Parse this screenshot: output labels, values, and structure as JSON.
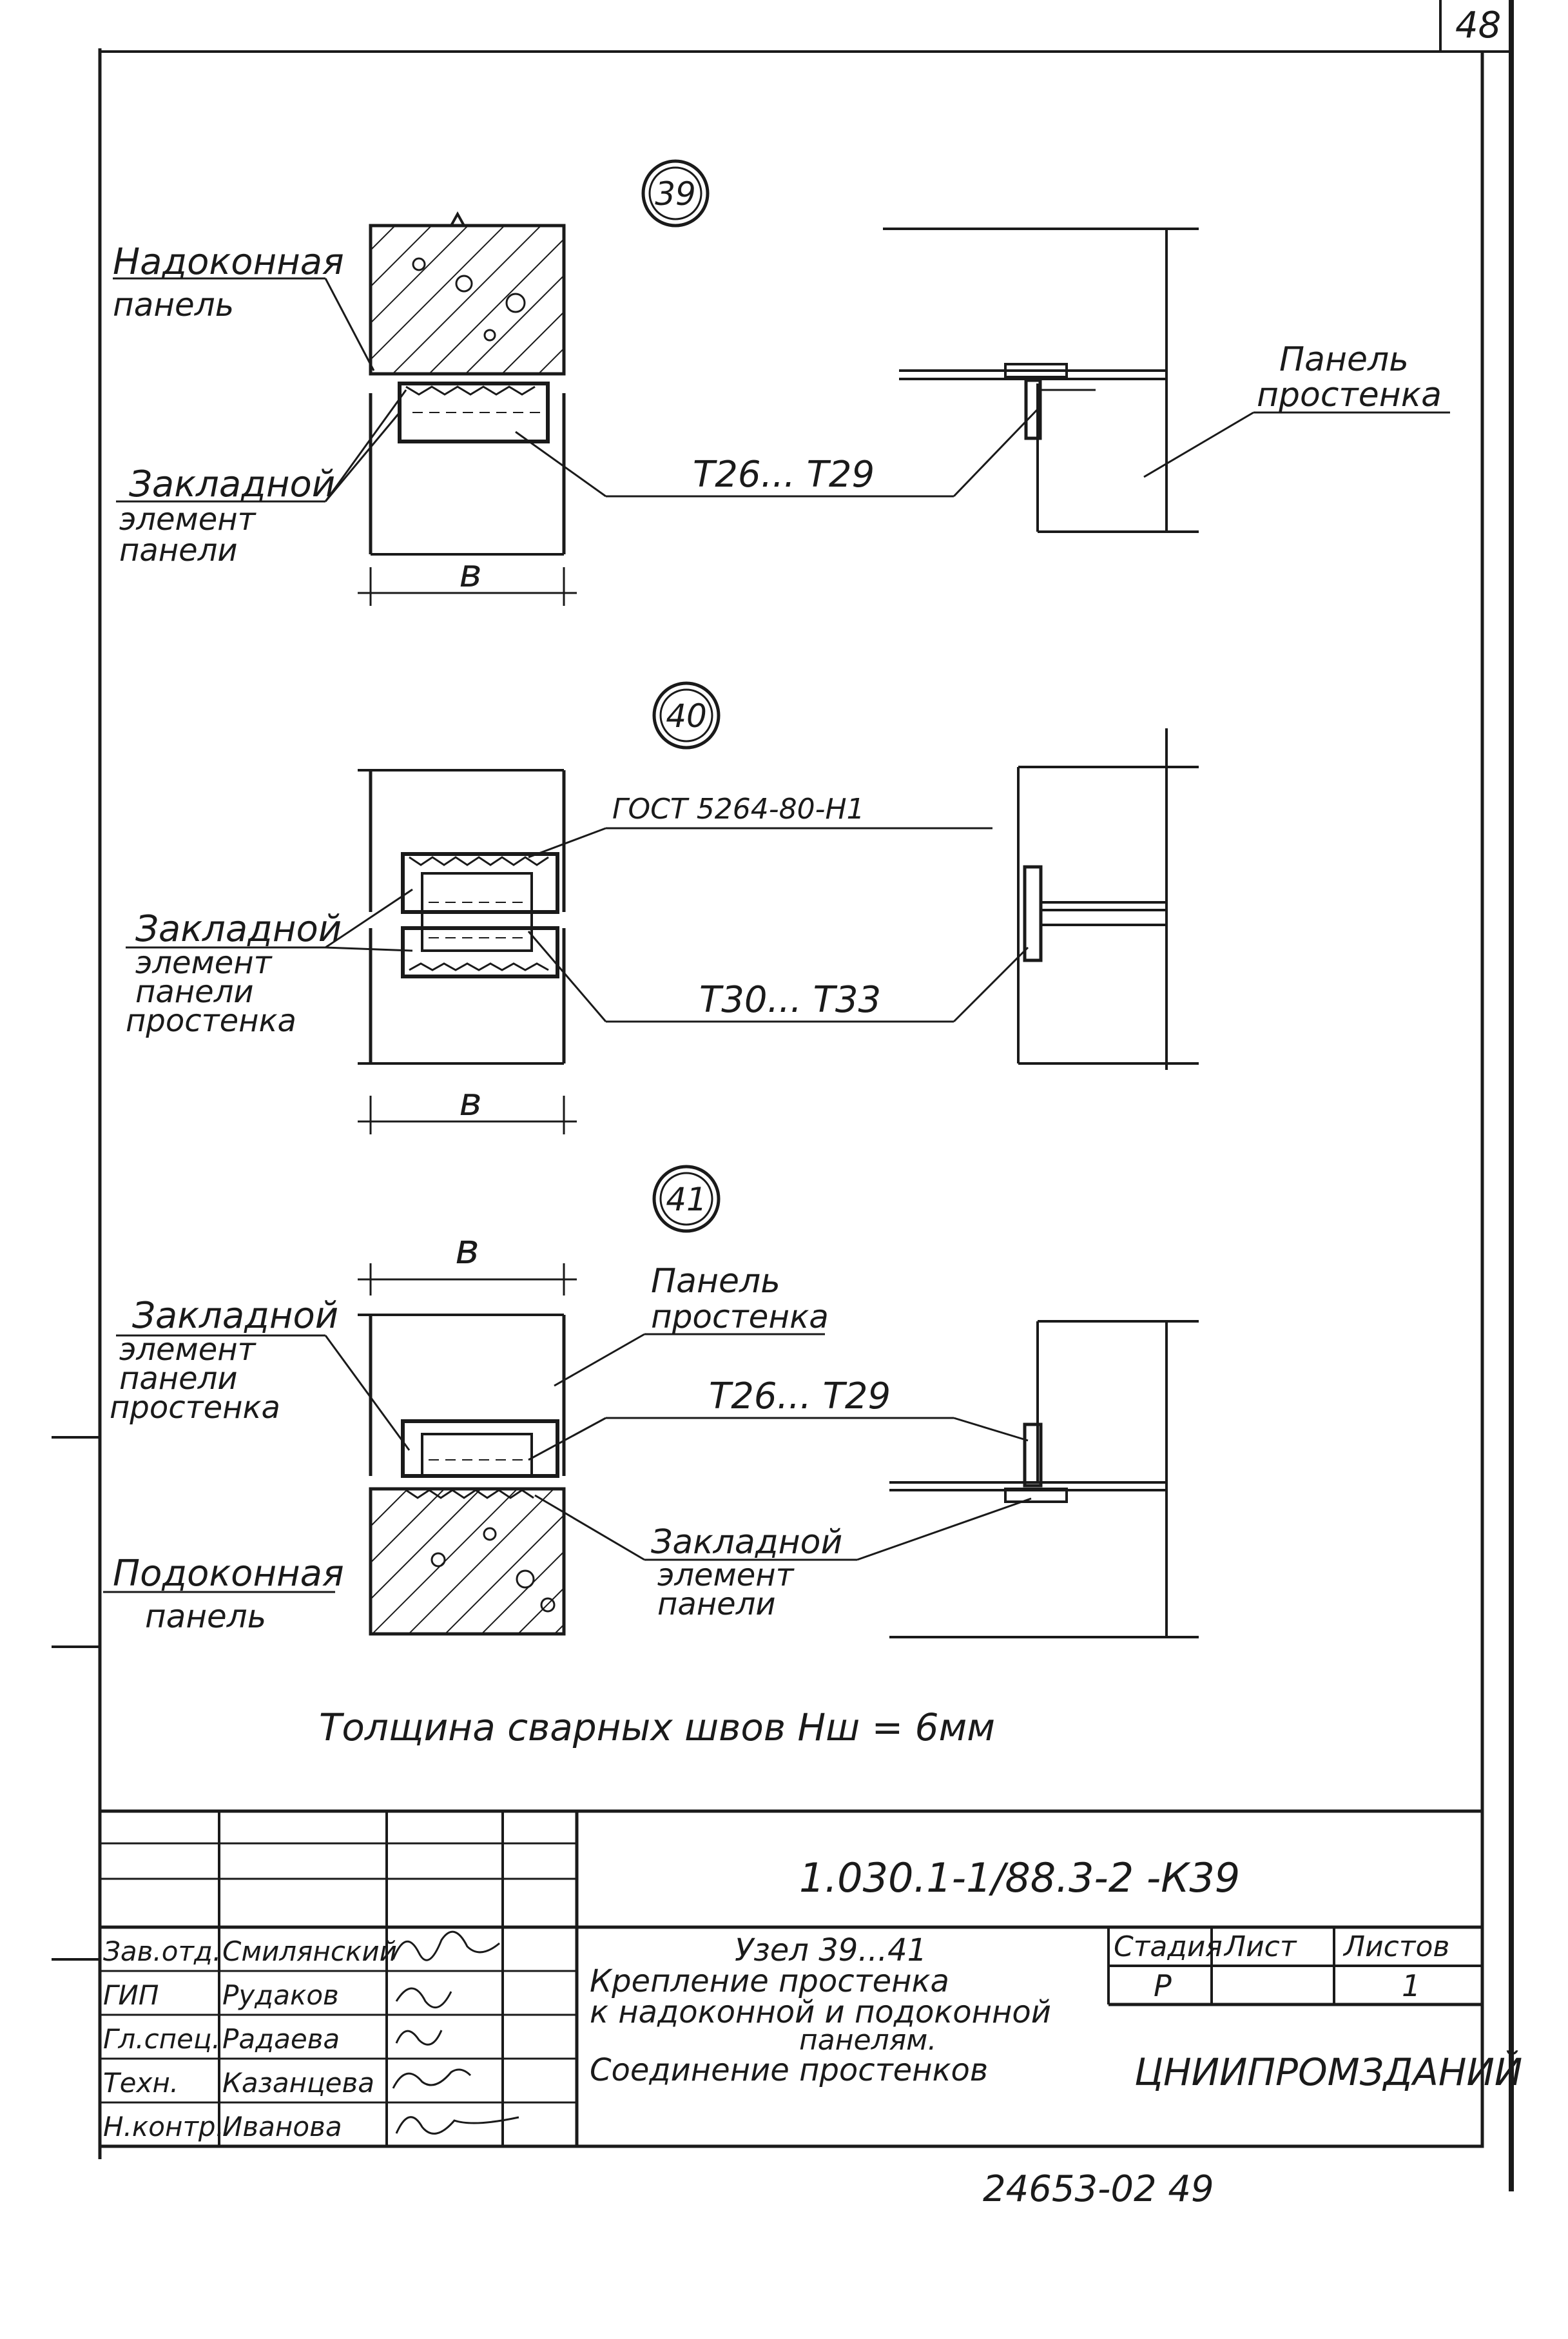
{
  "sheet": {
    "page_number": "48",
    "bottom_stamp": "24653-02   49"
  },
  "detail_39": {
    "number": "39",
    "label_upper_panel_line1": "Надоконная",
    "label_upper_panel_line2": "панель",
    "label_embedded_line1": "Закладной",
    "label_embedded_line2": "элемент",
    "label_embedded_line3": "панели",
    "dimension": "в",
    "marks": "Т26... Т29",
    "label_pier_panel_line1": "Панель",
    "label_pier_panel_line2": "простенка"
  },
  "detail_40": {
    "number": "40",
    "weld_note": "ГОСТ 5264-80-Н1",
    "label_embedded_line1": "Закладной",
    "label_embedded_line2": "элемент",
    "label_embedded_line3": "панели",
    "label_embedded_line4": "простенка",
    "dimension": "в",
    "marks": "Т30... Т33"
  },
  "detail_41": {
    "number": "41",
    "dimension": "в",
    "label_pier_panel_line1": "Панель",
    "label_pier_panel_line2": "простенка",
    "label_embedded_pier_line1": "Закладной",
    "label_embedded_pier_line2": "элемент",
    "label_embedded_pier_line3": "панели",
    "label_embedded_pier_line4": "простенка",
    "marks": "Т26... Т29",
    "label_lower_panel_line1": "Подоконная",
    "label_lower_panel_line2": "панель",
    "label_embedded_line1": "Закладной",
    "label_embedded_line2": "элемент",
    "label_embedded_line3": "панели"
  },
  "weld_note": "Толщина   сварных   швов   Нш = 6мм",
  "title_block": {
    "document_code": "1.030.1-1/88.3-2 -К39",
    "roles": [
      "Зав.отд.",
      "ГИП",
      "Гл.спец.",
      "Техн.",
      "Н.контр."
    ],
    "names": [
      "Смилянский",
      "Рудаков",
      "Радаева",
      "Казанцева",
      "Иванова"
    ],
    "title_line1": "Узел 39...41",
    "title_line2": "Крепление простенка",
    "title_line3": "к надоконной и подоконной",
    "title_line4": "панелям.",
    "title_line5": "Соединение   простенков",
    "stage_header": "Стадия",
    "sheet_header": "Лист",
    "sheets_header": "Листов",
    "stage_value": "Р",
    "sheet_value": "",
    "sheets_value": "1",
    "organization": "ЦНИИПРОМЗДАНИЙ"
  }
}
